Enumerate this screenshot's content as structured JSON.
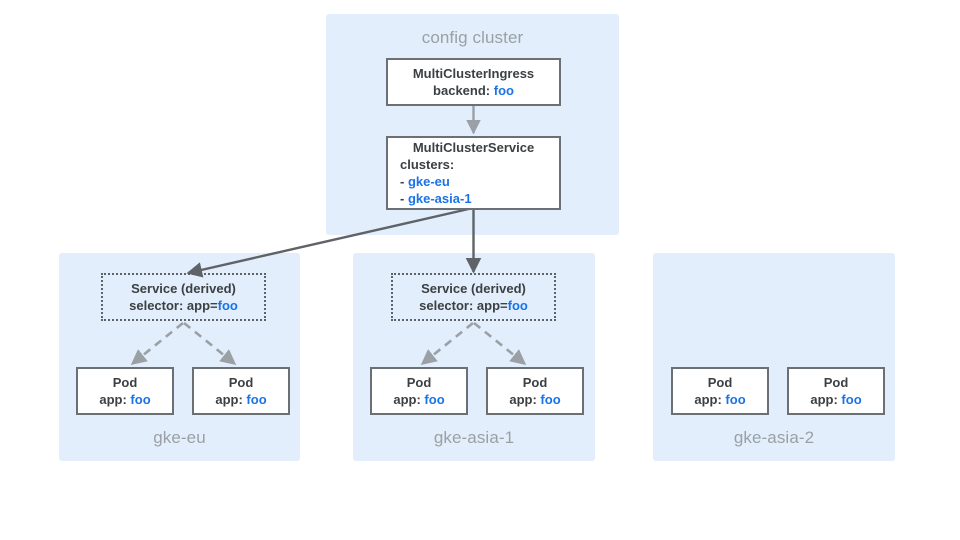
{
  "diagram": {
    "title_config_cluster": "config cluster",
    "colors": {
      "panel_bg": "#e2eefb",
      "box_border": "#6b7075",
      "text": "#3c4043",
      "accent_blue": "#1a73e8",
      "muted_gray": "#9aa0a6",
      "dark_arrow": "#5f6368"
    }
  },
  "config_cluster": {
    "label": "config cluster",
    "multi_cluster_ingress": {
      "title": "MultiClusterIngress",
      "backend_label": "backend: ",
      "backend_value": "foo"
    },
    "multi_cluster_service": {
      "title": "MultiClusterService",
      "clusters_label": "clusters:",
      "clusters": [
        {
          "bullet": "- ",
          "name": "gke-eu"
        },
        {
          "bullet": "- ",
          "name": "gke-asia-1"
        }
      ]
    }
  },
  "clusters": [
    {
      "label": "gke-eu",
      "service": {
        "title": "Service (derived)",
        "selector_label": "selector: app=",
        "selector_value": "foo"
      },
      "pods": [
        {
          "title": "Pod",
          "app_label": "app: ",
          "app_value": "foo"
        },
        {
          "title": "Pod",
          "app_label": "app: ",
          "app_value": "foo"
        }
      ]
    },
    {
      "label": "gke-asia-1",
      "service": {
        "title": "Service (derived)",
        "selector_label": "selector: app=",
        "selector_value": "foo"
      },
      "pods": [
        {
          "title": "Pod",
          "app_label": "app: ",
          "app_value": "foo"
        },
        {
          "title": "Pod",
          "app_label": "app: ",
          "app_value": "foo"
        }
      ]
    },
    {
      "label": "gke-asia-2",
      "service": null,
      "pods": [
        {
          "title": "Pod",
          "app_label": "app: ",
          "app_value": "foo"
        },
        {
          "title": "Pod",
          "app_label": "app: ",
          "app_value": "foo"
        }
      ]
    }
  ]
}
